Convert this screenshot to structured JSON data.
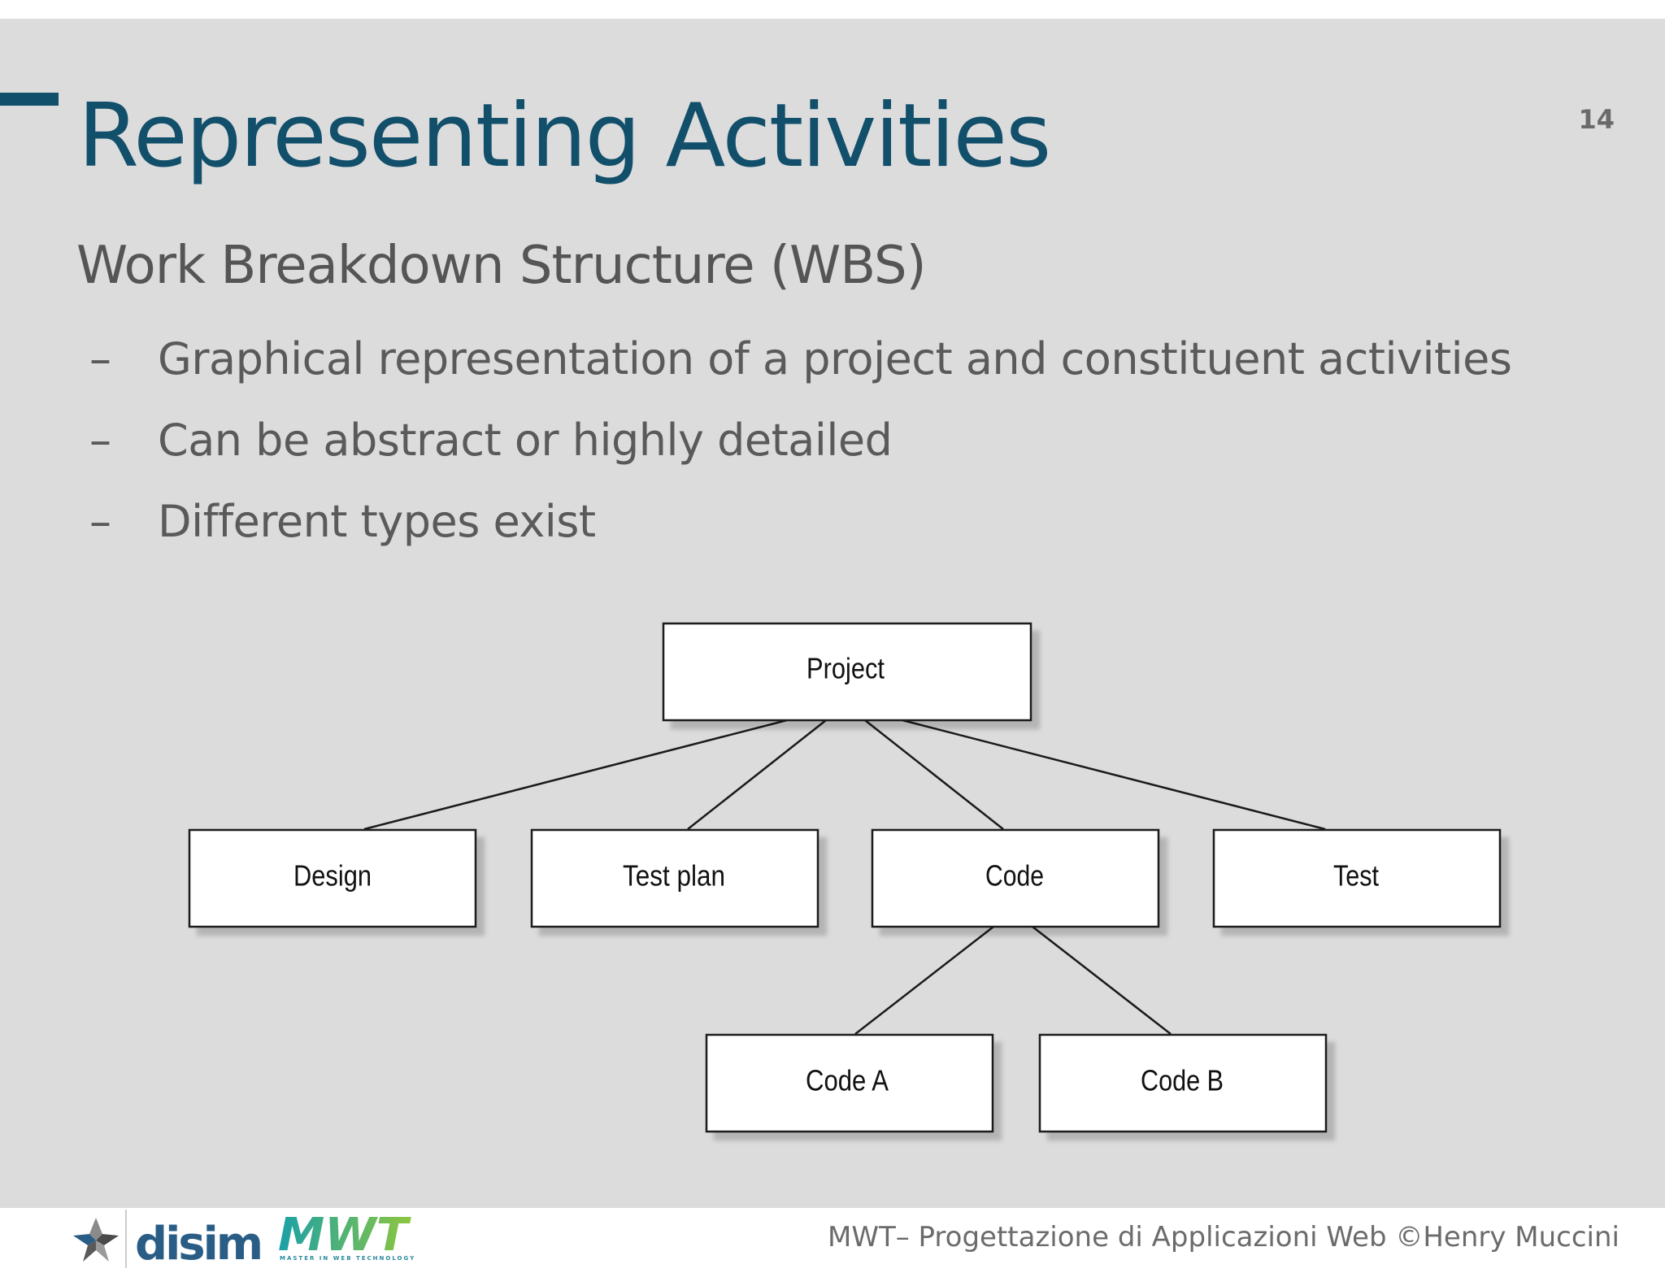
{
  "slide": {
    "title": "Representing Activities",
    "page_number": "14",
    "subtitle": "Work Breakdown Structure (WBS)",
    "bullets": [
      {
        "dash": "–",
        "text": "Graphical representation of a project and constituent activities"
      },
      {
        "dash": "–",
        "text": "Can be abstract or highly detailed"
      },
      {
        "dash": "–",
        "text": "Different types exist"
      }
    ]
  },
  "wbs": {
    "root": "Project",
    "level1": [
      "Design",
      "Test plan",
      "Code",
      "Test"
    ],
    "level2": [
      "Code A",
      "Code B"
    ]
  },
  "footer": {
    "disim_logo_text": "disim",
    "mwt_logo_text": "MWT",
    "mwt_logo_subtext": "MASTER IN WEB TECHNOLOGY",
    "credit": "MWT– Progettazione di Applicazioni Web ©Henry Muccini"
  },
  "colors": {
    "title": "#114f6b",
    "slide_background": "#dcdcdc",
    "disim_blue": "#2a5d86",
    "mwt_gradient_start": "#1aa0a8",
    "mwt_gradient_end": "#8dc63f"
  }
}
